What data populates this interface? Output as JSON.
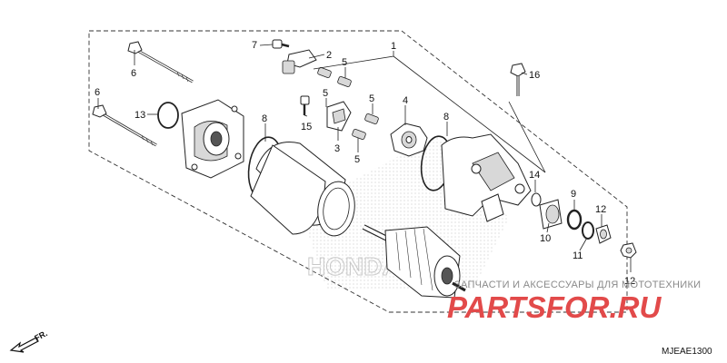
{
  "diagram_code": "MJEAE1300",
  "direction_label": "FR.",
  "watermark": {
    "text": "ЗАПЧАСТИ И АКСЕССУАРЫ ДЛЯ МОТОТЕХНИКИ",
    "logo": "PARTSFOR.RU",
    "brand": "HONDA"
  },
  "callouts": [
    {
      "id": "c1",
      "label": "1"
    },
    {
      "id": "c2",
      "label": "2"
    },
    {
      "id": "c3",
      "label": "3"
    },
    {
      "id": "c4",
      "label": "4"
    },
    {
      "id": "c5a",
      "label": "5"
    },
    {
      "id": "c5b",
      "label": "5"
    },
    {
      "id": "c5c",
      "label": "5"
    },
    {
      "id": "c5d",
      "label": "5"
    },
    {
      "id": "c6a",
      "label": "6"
    },
    {
      "id": "c6b",
      "label": "6"
    },
    {
      "id": "c7",
      "label": "7"
    },
    {
      "id": "c8a",
      "label": "8"
    },
    {
      "id": "c8b",
      "label": "8"
    },
    {
      "id": "c9",
      "label": "9"
    },
    {
      "id": "c10",
      "label": "10"
    },
    {
      "id": "c11",
      "label": "11"
    },
    {
      "id": "c12a",
      "label": "12"
    },
    {
      "id": "c12b",
      "label": "12"
    },
    {
      "id": "c13",
      "label": "13"
    },
    {
      "id": "c14",
      "label": "14"
    },
    {
      "id": "c15",
      "label": "15"
    },
    {
      "id": "c16",
      "label": "16"
    }
  ]
}
